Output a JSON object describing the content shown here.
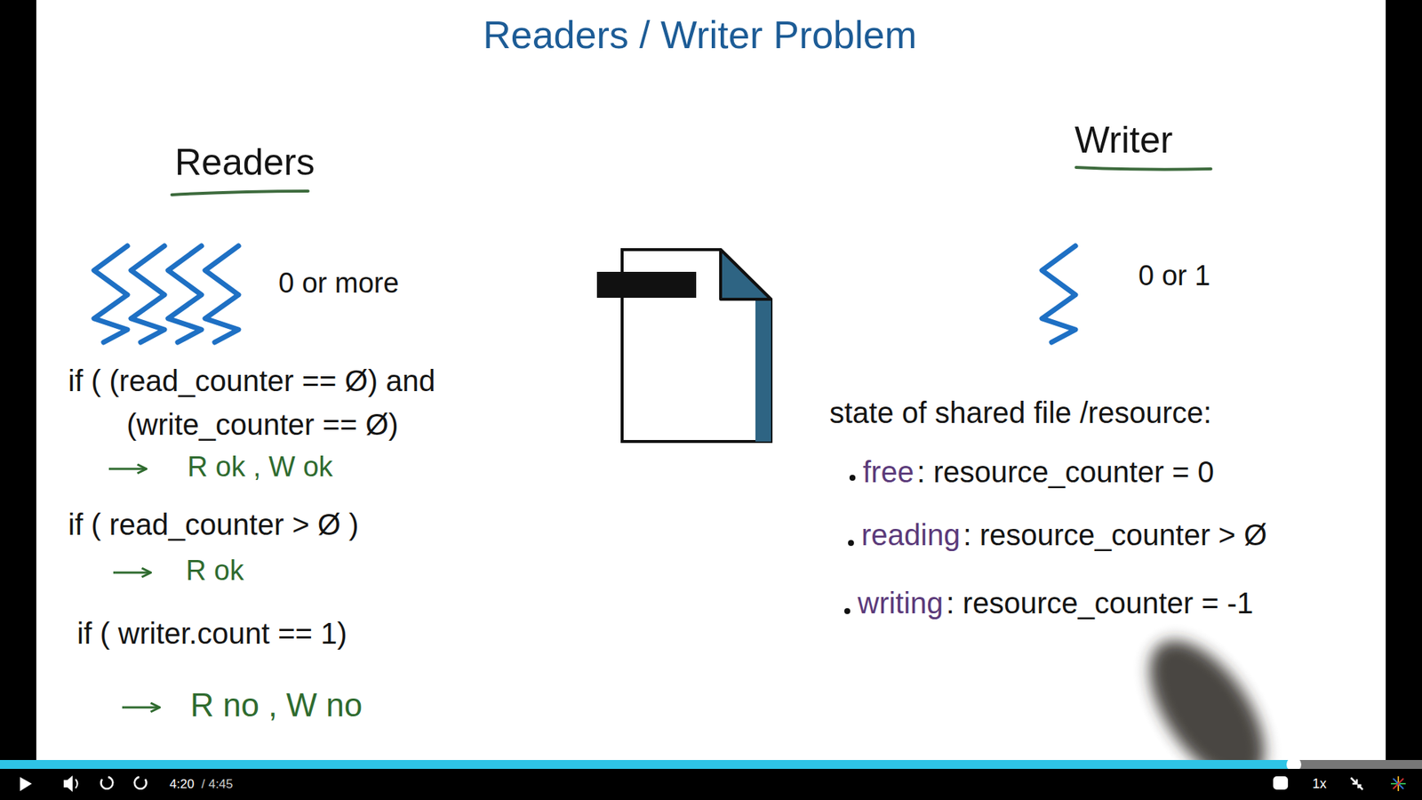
{
  "diagram": {
    "title": "Readers / Writer Problem",
    "labels": [
      "Readers",
      "0 or more",
      "if ( (read_counter == Ø) and",
      "(write_counter == Ø)",
      "R ok , W ok",
      "if ( read_counter > Ø )",
      "R ok",
      "if ( writer.count == 1)",
      "R no , W no",
      "Writer",
      "0 or 1",
      "state of shared file /resource:",
      "free",
      ": resource_counter = 0",
      "reading",
      ": resource_counter > Ø",
      "writing",
      ": resource_counter = -1",
      "4:20",
      "/ 4:45",
      "1x"
    ]
  }
}
